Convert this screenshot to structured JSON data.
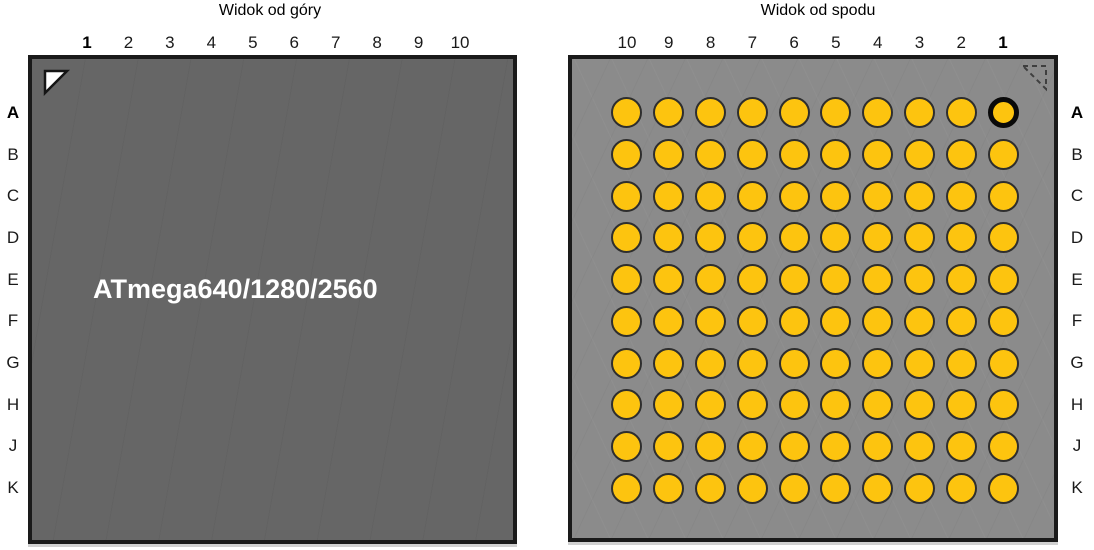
{
  "left_view": {
    "title": "Widok od góry",
    "chip_label": "ATmega640/1280/2560",
    "column_labels": [
      "1",
      "2",
      "3",
      "4",
      "5",
      "6",
      "7",
      "8",
      "9",
      "10"
    ],
    "row_labels": [
      "A",
      "B",
      "C",
      "D",
      "E",
      "F",
      "G",
      "H",
      "J",
      "K"
    ],
    "bold_column_label": "1",
    "bold_row_label": "A"
  },
  "right_view": {
    "title": "Widok od spodu",
    "column_labels": [
      "10",
      "9",
      "8",
      "7",
      "6",
      "5",
      "4",
      "3",
      "2",
      "1"
    ],
    "row_labels": [
      "A",
      "B",
      "C",
      "D",
      "E",
      "F",
      "G",
      "H",
      "J",
      "K"
    ],
    "bold_column_label": "1",
    "bold_row_label": "A",
    "ball_rows": 10,
    "ball_cols": 10,
    "highlighted_ball": {
      "row": "A",
      "column": "1"
    }
  },
  "colors": {
    "package_top_body": "#666666",
    "package_bottom_body": "#8B8B8B",
    "package_border": "#1A1A1A",
    "ball_fill": "#FDC40F",
    "ball_outline": "#2E2E2E",
    "pin_a1_ring": "#0A0A0A",
    "marker_fill": "#FFFFFF",
    "chip_label_text": "#FFFFFF"
  }
}
